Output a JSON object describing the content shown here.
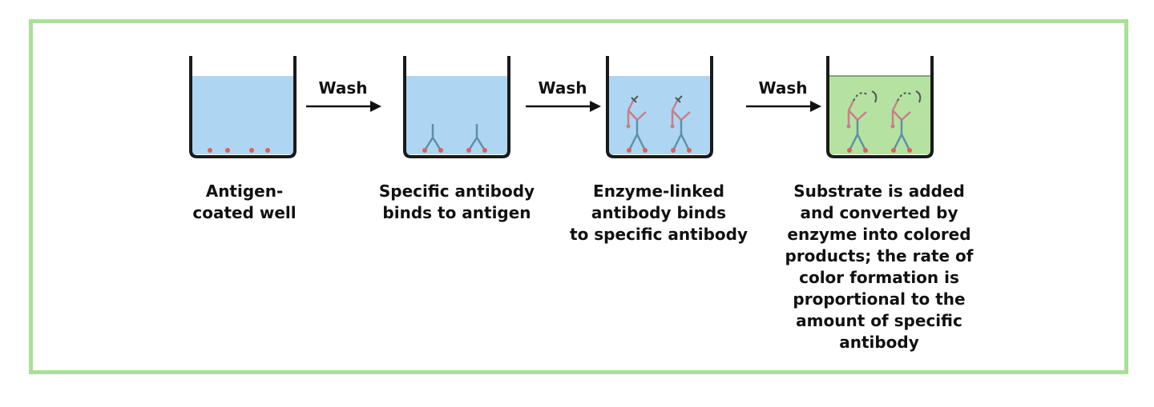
{
  "steps": [
    {
      "caption_lines": [
        "Antigen-",
        "coated well"
      ]
    },
    {
      "caption_lines": [
        "Specific antibody",
        "binds to antigen"
      ]
    },
    {
      "caption_lines": [
        "Enzyme-linked",
        "antibody binds",
        "to specific antibody"
      ]
    },
    {
      "caption_lines": [
        "Substrate is added",
        "and converted by",
        "enzyme into colored",
        "products; the rate of",
        "color formation is",
        "proportional to the",
        "amount of specific",
        "antibody"
      ]
    }
  ],
  "arrows": [
    {
      "label": "Wash"
    },
    {
      "label": "Wash"
    },
    {
      "label": "Wash"
    }
  ],
  "colors": {
    "frame": "#a8e098",
    "liquid": "#aed6f3",
    "substrate_liquid": "#b5e2a1",
    "well_outline": "#1a1a1a",
    "antigen": "#e0605a",
    "antibody": "#5f8fa8",
    "enzyme_antibody": "#c97f88",
    "enzyme": "#555555"
  }
}
